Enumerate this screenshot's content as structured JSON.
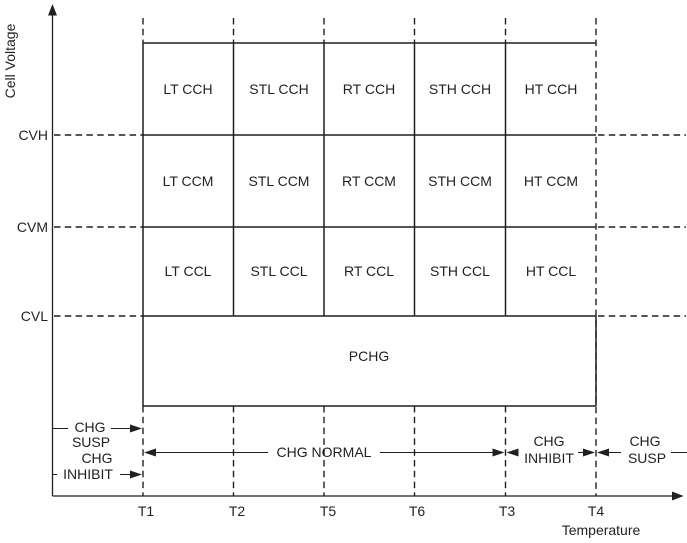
{
  "axes": {
    "y_label": "Cell Voltage",
    "x_label": "Temperature",
    "y_ticks": [
      "CVH",
      "CVM",
      "CVL"
    ],
    "x_ticks": [
      "T1",
      "T2",
      "T5",
      "T6",
      "T3",
      "T4"
    ]
  },
  "states": {
    "rows": [
      [
        "LT CCH",
        "STL CCH",
        "RT CCH",
        "STH CCH",
        "HT CCH"
      ],
      [
        "LT CCM",
        "STL CCM",
        "RT CCM",
        "STH CCM",
        "HT CCM"
      ],
      [
        "LT CCL",
        "STL CCL",
        "RT CCL",
        "STH CCL",
        "HT CCL"
      ]
    ],
    "precharge": "PCHG"
  },
  "regions": {
    "left_susp": [
      "CHG",
      "SUSP"
    ],
    "left_inhibit": [
      "CHG",
      "INHIBIT"
    ],
    "normal": "CHG NORMAL",
    "right_inhibit": [
      "CHG",
      "INHIBIT"
    ],
    "right_susp": [
      "CHG",
      "SUSP"
    ]
  },
  "colors": {
    "line": "#231f20",
    "background": "#ffffff"
  }
}
